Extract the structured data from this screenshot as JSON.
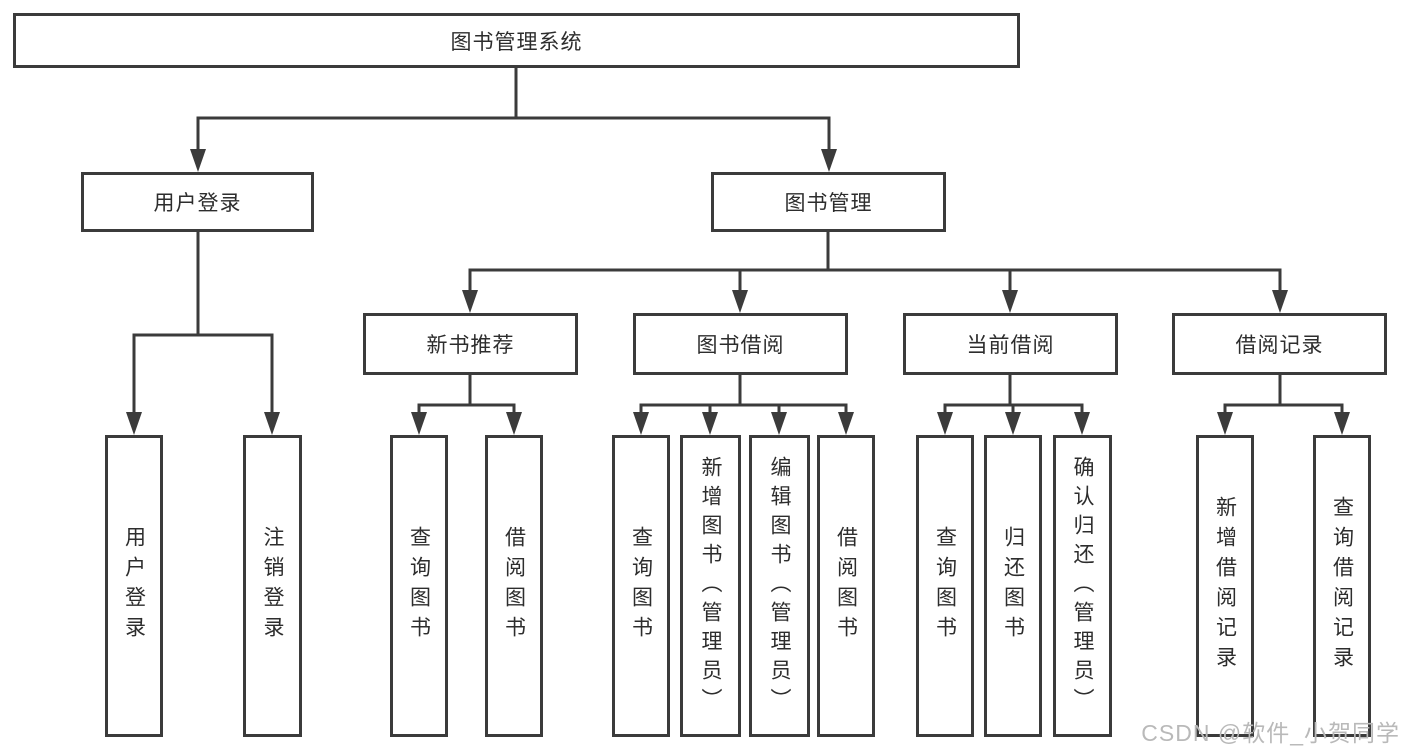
{
  "diagram_title": "图书管理系统",
  "tree": {
    "label": "图书管理系统",
    "children": [
      {
        "label": "用户登录",
        "children": [
          {
            "label": "用户登录"
          },
          {
            "label": "注销登录"
          }
        ]
      },
      {
        "label": "图书管理",
        "children": [
          {
            "label": "新书推荐",
            "children": [
              {
                "label": "查询图书"
              },
              {
                "label": "借阅图书"
              }
            ]
          },
          {
            "label": "图书借阅",
            "children": [
              {
                "label": "查询图书"
              },
              {
                "label": "新增图书（管理员）"
              },
              {
                "label": "编辑图书（管理员）"
              },
              {
                "label": "借阅图书"
              }
            ]
          },
          {
            "label": "当前借阅",
            "children": [
              {
                "label": "查询图书"
              },
              {
                "label": "归还图书"
              },
              {
                "label": "确认归还（管理员）"
              }
            ]
          },
          {
            "label": "借阅记录",
            "children": [
              {
                "label": "新增借阅记录"
              },
              {
                "label": "查询借阅记录"
              }
            ]
          }
        ]
      }
    ]
  },
  "watermark": "CSDN @软件_小贺同学",
  "colors": {
    "line": "#3b3b3b",
    "text": "#2d2d2d",
    "background": "#ffffff",
    "watermark": "#b9b9b9"
  }
}
